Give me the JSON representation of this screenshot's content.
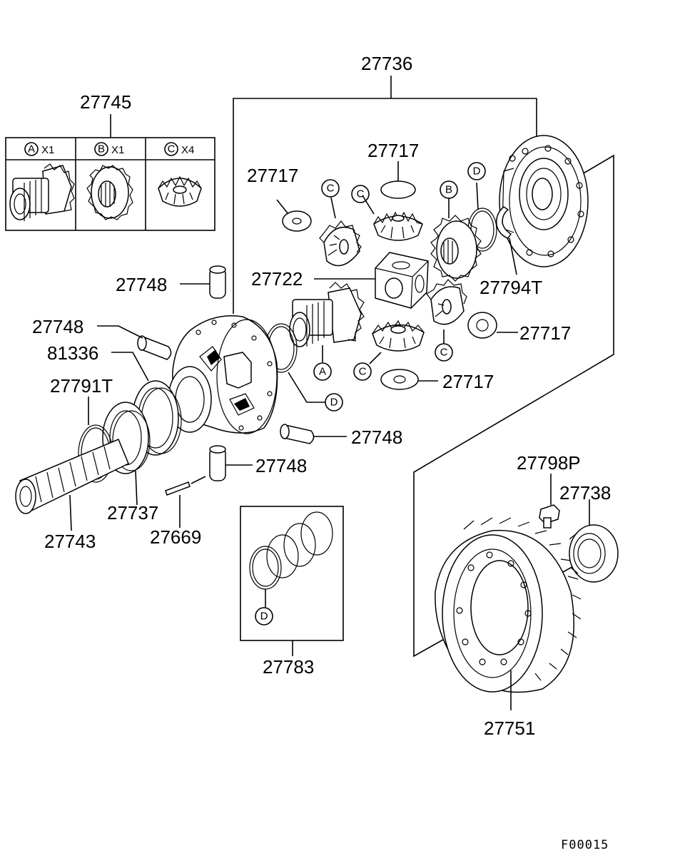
{
  "diagram_code": "F00015",
  "kit": {
    "part_number": "27745",
    "cells": [
      {
        "ref": "A",
        "qty": "X1"
      },
      {
        "ref": "B",
        "qty": "X1"
      },
      {
        "ref": "C",
        "qty": "X4"
      }
    ]
  },
  "group_numbers": {
    "case_assembly": "27736",
    "shim_set": "27783"
  },
  "part_labels": {
    "p27717_a": "27717",
    "p27717_b": "27717",
    "p27717_c": "27717",
    "p27717_d": "27717",
    "p27722": "27722",
    "p27794t": "27794T",
    "p27748_a": "27748",
    "p27748_b": "27748",
    "p27748_c": "27748",
    "p27748_d": "27748",
    "p81336": "81336",
    "p27791t": "27791T",
    "p27737": "27737",
    "p27743": "27743",
    "p27669": "27669",
    "p27798p": "27798P",
    "p27738": "27738",
    "p27751": "27751"
  },
  "ref_letters": {
    "A": "A",
    "B": "B",
    "C": "C",
    "D": "D"
  }
}
